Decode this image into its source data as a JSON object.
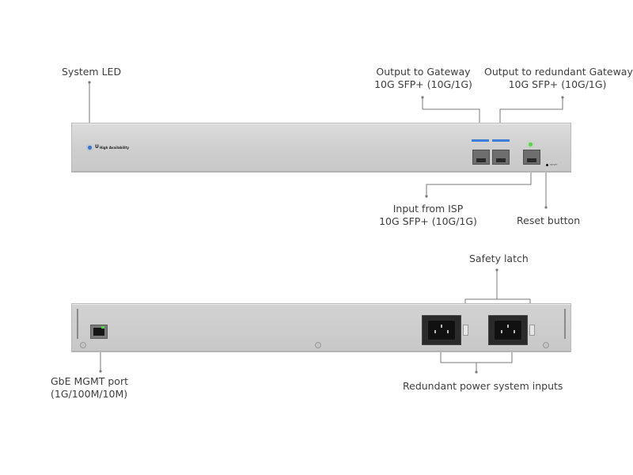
{
  "front_panel": {
    "system_led_label": "System LED",
    "brand_label": "High Availability",
    "output_gateway": {
      "line1": "Output to Gateway",
      "line2": "10G SFP+ (10G/1G)"
    },
    "output_redundant_gateway": {
      "line1": "Output to redundant Gateway",
      "line2": "10G SFP+ (10G/1G)"
    },
    "input_isp": {
      "line1": "Input from ISP",
      "line2": "10G SFP+ (10G/1G)"
    },
    "reset_button_label": "Reset button",
    "reset_silk": "RESET",
    "colors": {
      "system_led": "#3b73c8",
      "port_led_blue": "#3e7ed6",
      "port_led_green": "#5cd150"
    }
  },
  "rear_panel": {
    "safety_latch_label": "Safety latch",
    "mgmt_port": {
      "line1": "GbE MGMT port",
      "line2": "(1G/100M/10M)"
    },
    "power_inputs_label": "Redundant power system inputs"
  }
}
